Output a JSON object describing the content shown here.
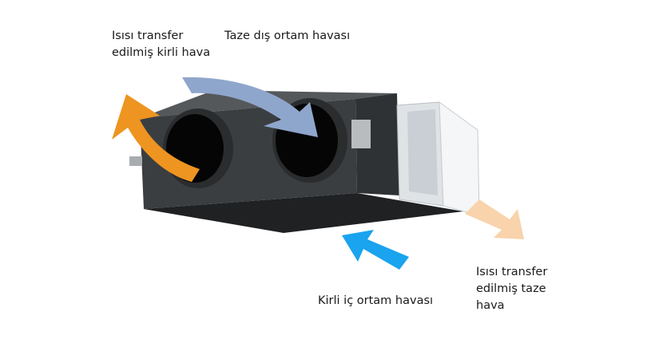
{
  "labels": {
    "exhaust": "Isısı transfer\nedilmiş kirli hava",
    "fresh_outdoor": "Taze dış ortam havası",
    "dirty_indoor": "Kirli iç ortam havası",
    "supply": "Isısı transfer\nedilmiş taze\nhava"
  },
  "colors": {
    "exhaust_arrow": "#ee9420",
    "fresh_arrow": "#8fa6cc",
    "indoor_arrow": "#1aa3ee",
    "supply_arrow": "#f8d3ab",
    "unit_body": "#3b3e41"
  }
}
